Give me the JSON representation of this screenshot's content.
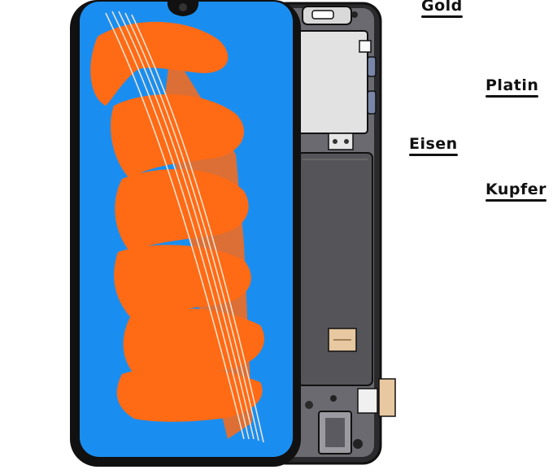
{
  "labels": {
    "gold": "Gold",
    "platin": "Platin",
    "eisen": "Eisen",
    "kupfer": "Kupfer"
  },
  "colors": {
    "screen": "#1a8ef0",
    "paint": "#ff6a14",
    "frame": "#111111",
    "internals": "#5b5b60",
    "board": "#e2e2e2",
    "label_sticker": "#e8c8a0"
  }
}
